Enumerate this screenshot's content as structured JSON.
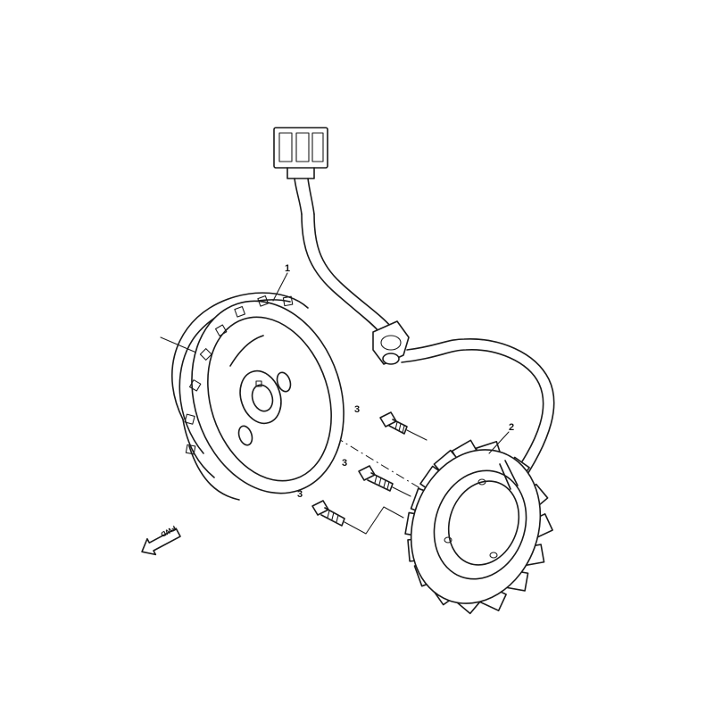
{
  "diagram": {
    "callouts": {
      "flywheel": "1",
      "stator": "2",
      "bolt_top": "3",
      "bolt_middle": "3",
      "bolt_bottom": "3"
    },
    "direction_arrow": {
      "label": "FWD",
      "icon": "direction-arrow-icon"
    },
    "parts": [
      {
        "name": "flywheel-rotor",
        "callout": "1"
      },
      {
        "name": "stator-coil",
        "callout": "2"
      },
      {
        "name": "bolt",
        "callout": "3",
        "quantity_shown": 3
      }
    ],
    "line_color": "#1a1a1a",
    "background": "#ffffff"
  }
}
